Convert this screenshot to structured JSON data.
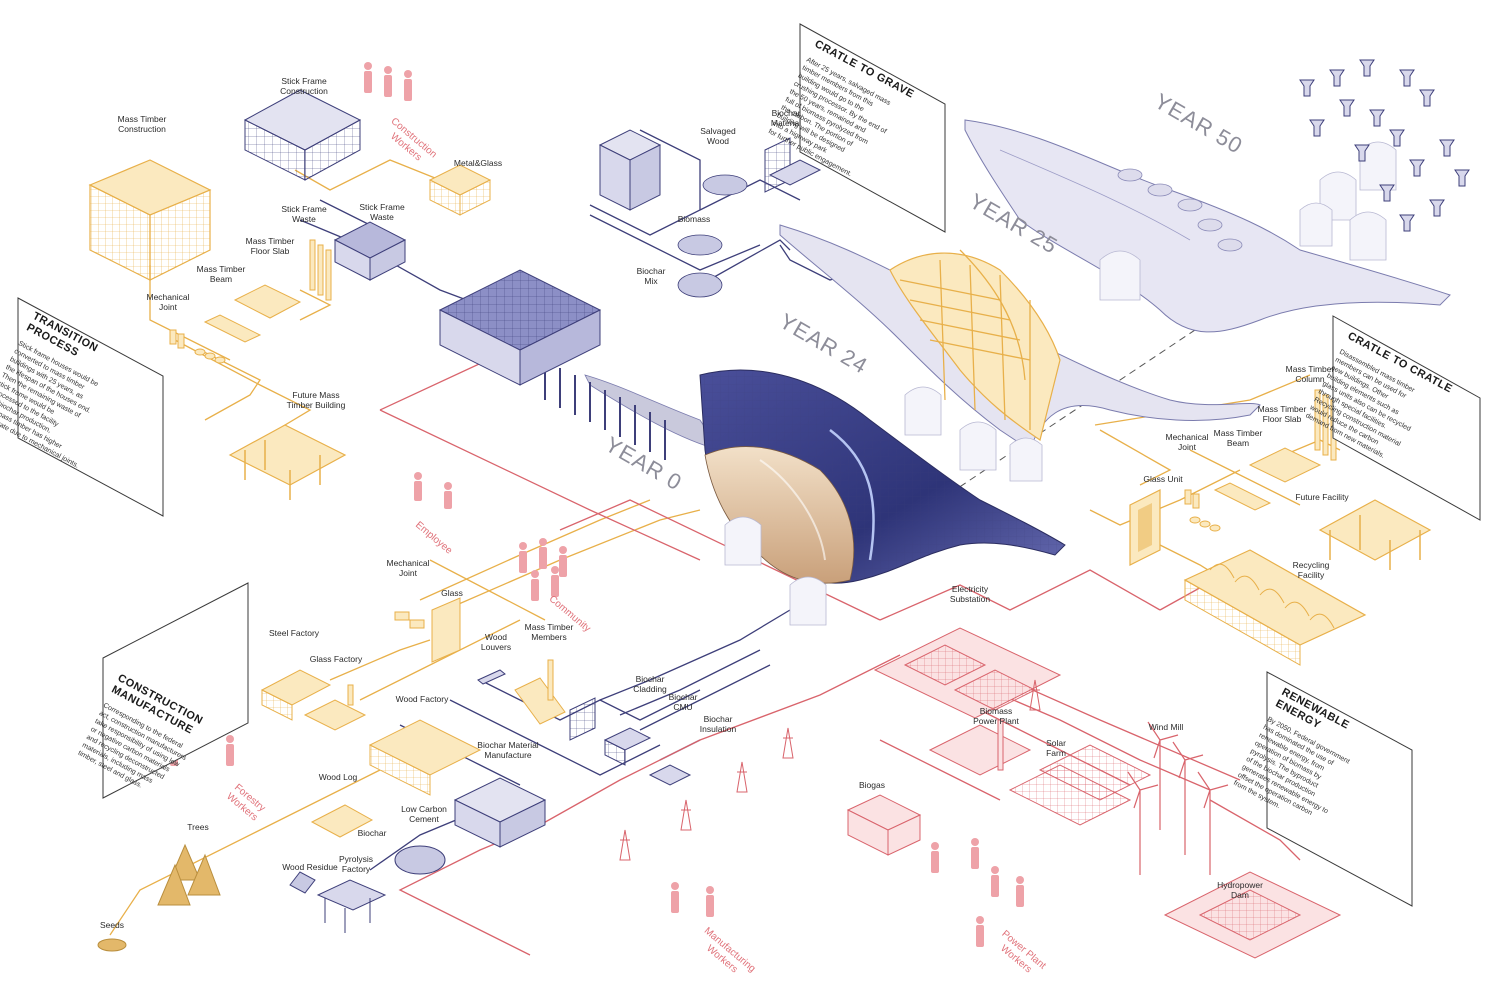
{
  "colors": {
    "gold": "#e8b04a",
    "gold_fill": "#fbe9bf",
    "navy": "#3e3f7a",
    "navy_fill": "#d8d8ec",
    "red": "#d9646c",
    "red_fill": "#fbe2e3",
    "pink_figure": "#eea2a8",
    "text": "#2b2b2b",
    "year_text": "#8d8d99"
  },
  "years": {
    "y0": "YEAR 0",
    "y24": "YEAR 24",
    "y25": "YEAR 25",
    "y50": "YEAR 50"
  },
  "cards": {
    "transition": {
      "title": [
        "TRANSITION",
        "PROCESS"
      ],
      "body": [
        "Stick frame houses would be",
        "converted to mass timber",
        "buildings with 25 years, as",
        "the lifespan of the houses end.",
        "Then the remaining waste of",
        "stick frame would be",
        "processed to the facility",
        "for biochar production,",
        "and mass timber has higher",
        "reuse rate due to mechanical joints."
      ]
    },
    "construction": {
      "title": [
        "CONSTRUCTION",
        "MANUFACTURE"
      ],
      "body": [
        "Corresponding to the federal",
        "act, construction manufacturers",
        "take responsibility of using low",
        "or negative carbon materials",
        "and recycling deconstructed",
        "materials, including mass",
        "timber, steel and glass."
      ]
    },
    "grave": {
      "title": [
        "CRATLE TO GRAVE"
      ],
      "body": [
        "After 25 years, salvaged mass",
        "timber members from this",
        "building would go to the",
        "crushing processor. By the end of",
        "the 50 years, remained and",
        "full of biomass pyrolyzed from",
        "the carbon. The portion of",
        "building will be designed",
        "into a highway park",
        "for further public engagement."
      ]
    },
    "cradle": {
      "title": [
        "CRATLE TO CRATLE"
      ],
      "body": [
        "Disassembled mass timber",
        "members can be used for",
        "new buildings. Other",
        "building elements such as",
        "glass units also can be recycled",
        "through special facilities.",
        "Recycling construction material",
        "would reduce the carbon",
        "demand from new materials."
      ]
    },
    "renewable": {
      "title": [
        "RENEWABLE",
        "ENERGY"
      ],
      "body": [
        "By 2050, Federal government",
        "has dominated the use of",
        "renewable energy, from",
        "operation of biomass by",
        "pyrolysis. The byproduct",
        "of the biochar production",
        "generates renewable energy to",
        "offset the operation carbon",
        "from the system."
      ]
    }
  },
  "labels": {
    "stick_frame_construction": [
      "Stick Frame",
      "Construction"
    ],
    "mass_timber_construction": [
      "Mass Timber",
      "Construction"
    ],
    "construction_workers": [
      "Construction",
      "Workers"
    ],
    "metal_glass": [
      "Metal&Glass"
    ],
    "stick_frame_waste_a": [
      "Stick Frame",
      "Waste"
    ],
    "stick_frame_waste_b": [
      "Stick Frame",
      "Waste"
    ],
    "mass_timber_floor_slab_a": [
      "Mass Timber",
      "Floor Slab"
    ],
    "mass_timber_beam_a": [
      "Mass Timber",
      "Beam"
    ],
    "mechanical_joint_a": [
      "Mechanical",
      "Joint"
    ],
    "future_mass_timber_building": [
      "Future Mass",
      "Timber Building"
    ],
    "salvaged_wood": [
      "Salvaged",
      "Wood"
    ],
    "biochar_material": [
      "Biochar",
      "Material"
    ],
    "biomass": [
      "Biomass"
    ],
    "biochar_mix": [
      "Biochar",
      "Mix"
    ],
    "mass_timber_column": [
      "Mass Timber",
      "Column"
    ],
    "mass_timber_floor_slab_b": [
      "Mass Timber",
      "Floor Slab"
    ],
    "mechanical_joint_b": [
      "Mechanical",
      "Joint"
    ],
    "mass_timber_beam_b": [
      "Mass Timber",
      "Beam"
    ],
    "glass_unit": [
      "Glass Unit"
    ],
    "future_facility": [
      "Future Facility"
    ],
    "recycling_facility": [
      "Recycling",
      "Facility"
    ],
    "employee": [
      "Employee"
    ],
    "community": [
      "Community"
    ],
    "mechanical_joint_c": [
      "Mechanical",
      "Joint"
    ],
    "glass": [
      "Glass"
    ],
    "steel_factory": [
      "Steel Factory"
    ],
    "glass_factory": [
      "Glass Factory"
    ],
    "wood_louvers": [
      "Wood",
      "Louvers"
    ],
    "mass_timber_members": [
      "Mass Timber",
      "Members"
    ],
    "wood_factory": [
      "Wood Factory"
    ],
    "biochar_cladding": [
      "Biochar",
      "Cladding"
    ],
    "biochar_cmu": [
      "Biochar",
      "CMU"
    ],
    "biochar_insulation": [
      "Biochar",
      "Insulation"
    ],
    "biochar_material_manufacture": [
      "Biochar Material",
      "Manufacture"
    ],
    "wood_log": [
      "Wood Log"
    ],
    "forestry_workers": [
      "Forestry",
      "Workers"
    ],
    "low_carbon_cement": [
      "Low Carbon",
      "Cement"
    ],
    "trees": [
      "Trees"
    ],
    "wood_residue": [
      "Wood Residue"
    ],
    "biochar": [
      "Biochar"
    ],
    "pyrolysis_factory": [
      "Pyrolysis",
      "Factory"
    ],
    "seeds": [
      "Seeds"
    ],
    "electricity_substation": [
      "Electricity",
      "Substation"
    ],
    "biomass_power_plant": [
      "Biomass",
      "Power Plant"
    ],
    "solar_farm": [
      "Solar",
      "Farm"
    ],
    "wind_mill": [
      "Wind Mill"
    ],
    "biogas": [
      "Biogas"
    ],
    "hydropower_dam": [
      "Hydropower",
      "Dam"
    ],
    "manufacturing_workers": [
      "Manufacturing",
      "Workers"
    ],
    "power_plant_workers": [
      "Power Plant",
      "Workers"
    ]
  }
}
